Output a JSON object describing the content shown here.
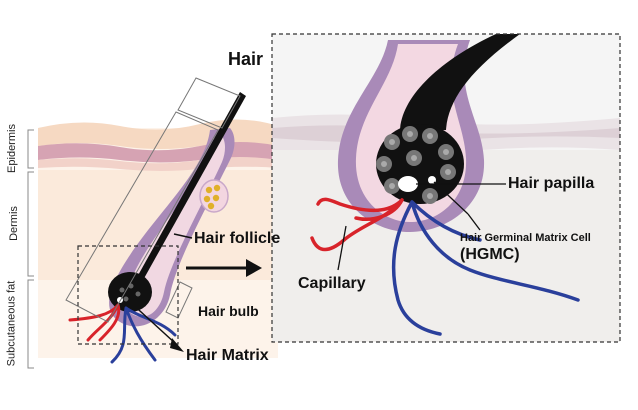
{
  "labels": {
    "hair": "Hair",
    "hair_follicle": "Hair follicle",
    "hair_bulb": "Hair bulb",
    "hair_matrix": "Hair Matrix",
    "hair_papilla": "Hair papilla",
    "hgmc_full": "Hair Germinal Matrix Cell",
    "hgmc_abbr": "(HGMC)",
    "capillary": "Capillary"
  },
  "layers": {
    "epidermis": "Epidermis",
    "dermis": "Dermis",
    "subcutaneous": "Subcutaneous fat"
  },
  "colors": {
    "skin_top": "#f7dcc8",
    "skin_band": "#d9a9b6",
    "dermis": "#fbeee2",
    "follicle_outer": "#a98ab8",
    "follicle_inner": "#f3d6e0",
    "hair": "#111111",
    "artery": "#d8232a",
    "vein": "#2a3f9b",
    "gland": "#e0b02a",
    "zoom_bg": "#efefef"
  }
}
